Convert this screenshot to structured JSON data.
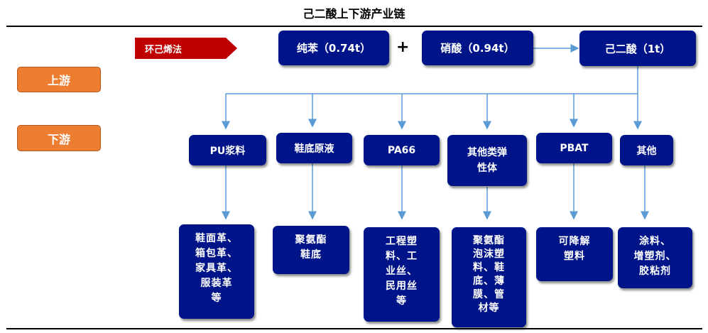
{
  "title": "己二酸上下游产业链",
  "method_label": "环己烯法",
  "inputs": {
    "benzene": "纯苯（0.74t）",
    "plus": "+",
    "nitric_acid": "硝酸（0.94t）",
    "adipic_acid": "己二酸（1t）"
  },
  "stages": {
    "upstream": "上游",
    "downstream": "下游"
  },
  "downstream": [
    {
      "name": "PU浆料",
      "products": "鞋面革、\n箱包革、\n家具革、\n服装革\n等"
    },
    {
      "name": "鞋底原液",
      "products": "聚氨酯\n鞋底"
    },
    {
      "name": "PA66",
      "products": "工程塑\n料、工\n业丝、\n民用丝\n等"
    },
    {
      "name": "其他类弹\n性体",
      "products": "聚氨酯\n泡沫塑\n料、鞋\n底、薄\n膜、管\n材等"
    },
    {
      "name": "PBAT",
      "products": "可降解\n塑料"
    },
    {
      "name": "其他",
      "products": "涂料、\n增塑剂、\n胶粘剂"
    }
  ],
  "colors": {
    "box": "#001489",
    "stage": "#ED7D31",
    "method_arrow": "#C00000",
    "connector": "#5B9BD5"
  }
}
